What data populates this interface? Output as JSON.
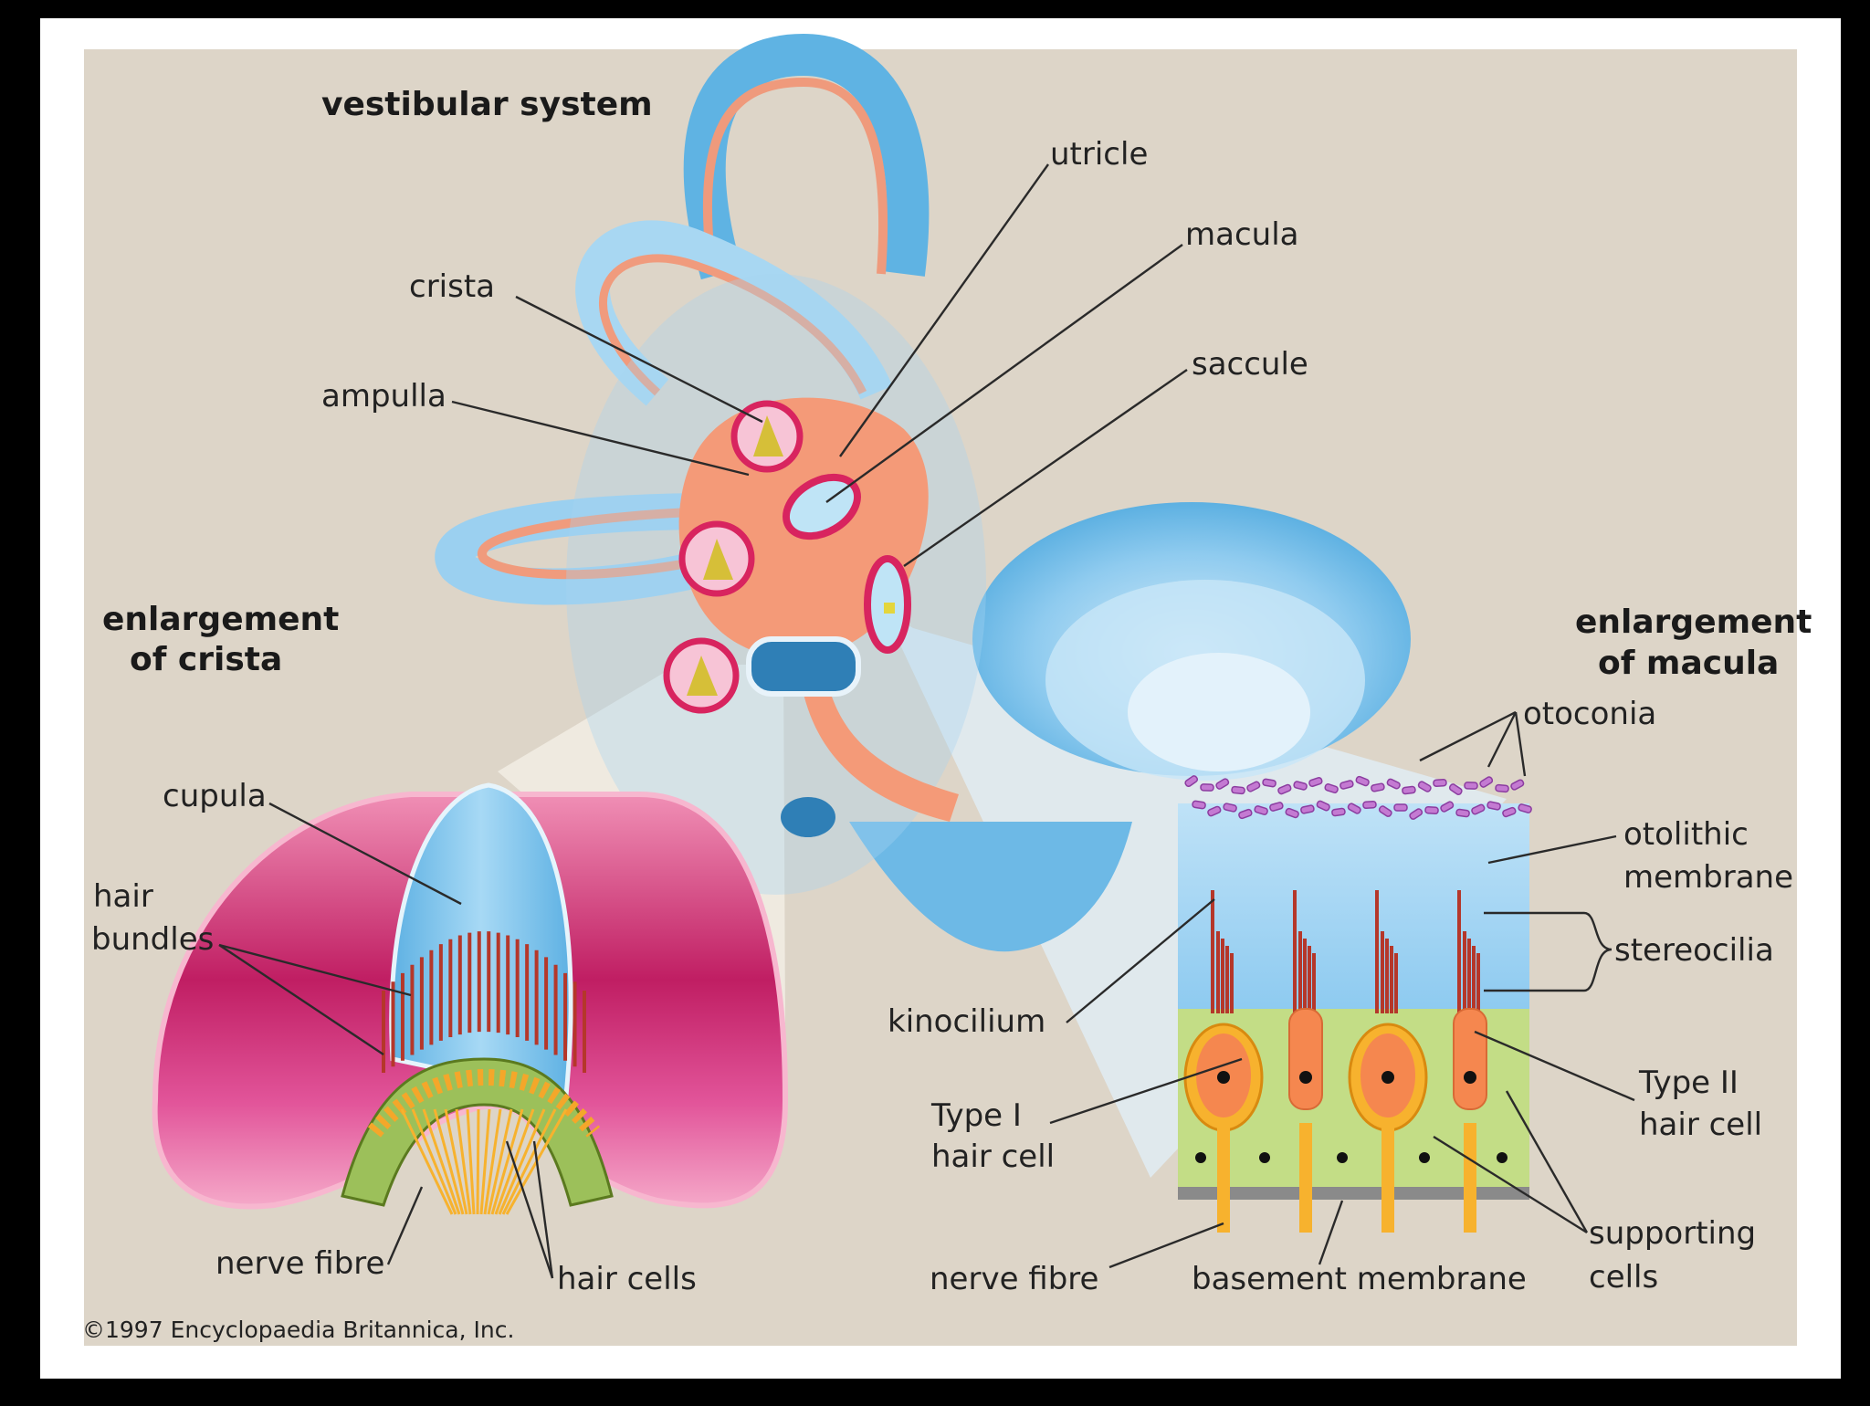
{
  "colors": {
    "background": "#ddd5c8",
    "frame": "#ffffff",
    "canal_blue": "#72bde8",
    "endolymph_orange": "#f59a7a",
    "crista_magenta": "#c8246a",
    "cupula_blue": "#7cc2ec",
    "hair_red": "#b5372a",
    "supporting_green": "#c3dd86",
    "nerve_yellow": "#f7b22e",
    "otoconia_purple": "#c47ad2"
  },
  "labels": {
    "title": "vestibular system",
    "utricle": "utricle",
    "macula": "macula",
    "crista": "crista",
    "saccule": "saccule",
    "ampulla": "ampulla",
    "enlargement_crista_l1": "enlargement",
    "enlargement_crista_l2": "of crista",
    "enlargement_macula_l1": "enlargement",
    "enlargement_macula_l2": "of macula",
    "otoconia": "otoconia",
    "otolithic_l1": "otolithic",
    "otolithic_l2": "membrane",
    "stereocilia": "stereocilia",
    "kinocilium": "kinocilium",
    "cupula": "cupula",
    "hair_bundles_l1": "hair",
    "hair_bundles_l2": "bundles",
    "type1_l1": "Type I",
    "type1_l2": "hair cell",
    "type2_l1": "Type II",
    "type2_l2": "hair cell",
    "supporting_l1": "supporting",
    "supporting_l2": "cells",
    "nerve_fibre_left": "nerve fibre",
    "hair_cells": "hair cells",
    "nerve_fibre_right": "nerve fibre",
    "basement_membrane": "basement membrane",
    "copyright": "©1997 Encyclopaedia Britannica, Inc."
  }
}
